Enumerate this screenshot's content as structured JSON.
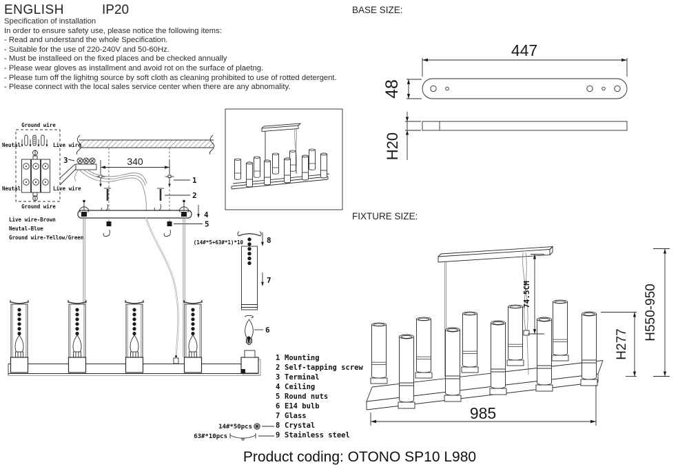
{
  "header": {
    "language": "ENGLISH",
    "ip_rating": "IP20"
  },
  "sections": {
    "base_size": "BASE SIZE:",
    "fixture_size": "FIXTURE SIZE:"
  },
  "spec": {
    "title": "Specification of installation",
    "intro": "In order to ensure safety use, please notice the following items:",
    "items": [
      "- Read and understand the whole Specification.",
      "- Suitable for the use of 220-240V and 50-60Hz.",
      "- Must be installeed on the fixed places and be checked annually",
      "- Please wear gloves as installment and avoid rot on the surface of plaetng.",
      "- Please tum off the lighitng source by soft cloth as cleaning prohibited to use of rotted detergent.",
      "- Please connect with the local sales service center when there are any abnomality."
    ]
  },
  "wiring": {
    "ground_wire_top": "Ground wire",
    "neutral_top": "Neutal",
    "live_top": "Live wire",
    "neutral_bottom": "Neutal",
    "live_bottom": "Live wire",
    "ground_wire_bottom": "Ground wire",
    "legend": [
      "Live wire-Brown",
      "Neutal-Blue",
      "Ground wire-Yellow/Green"
    ]
  },
  "install_diagram": {
    "mount_spacing": "340",
    "crystal_formula": "(14#*5+63#*1)*10",
    "callout_1": "1",
    "callout_2": "2",
    "callout_3": "3",
    "callout_4": "4",
    "callout_5": "5",
    "callout_6": "6",
    "callout_7": "7",
    "callout_8": "8"
  },
  "parts": {
    "items": [
      {
        "num": "1",
        "label": "Mounting"
      },
      {
        "num": "2",
        "label": "Self-tapping screw"
      },
      {
        "num": "3",
        "label": "Terminal"
      },
      {
        "num": "4",
        "label": "Ceiling"
      },
      {
        "num": "5",
        "label": "Round nuts"
      },
      {
        "num": "6",
        "label": "E14 bulb"
      },
      {
        "num": "7",
        "label": "Glass"
      },
      {
        "num": "8",
        "label": "Crystal"
      },
      {
        "num": "9",
        "label": "Stainless steel"
      }
    ]
  },
  "annotations": {
    "crystal_qty": "14#*50pcs",
    "steel_qty": "63#*10pcs"
  },
  "base_size": {
    "width": "447",
    "depth": "48",
    "side_height": "H20"
  },
  "fixture_size": {
    "length": "985",
    "fixture_height": "H277",
    "overall_height": "H550-950",
    "cord_length": "74.5CM"
  },
  "footer": {
    "product_coding": "Product coding: OTONO SP10 L980"
  }
}
